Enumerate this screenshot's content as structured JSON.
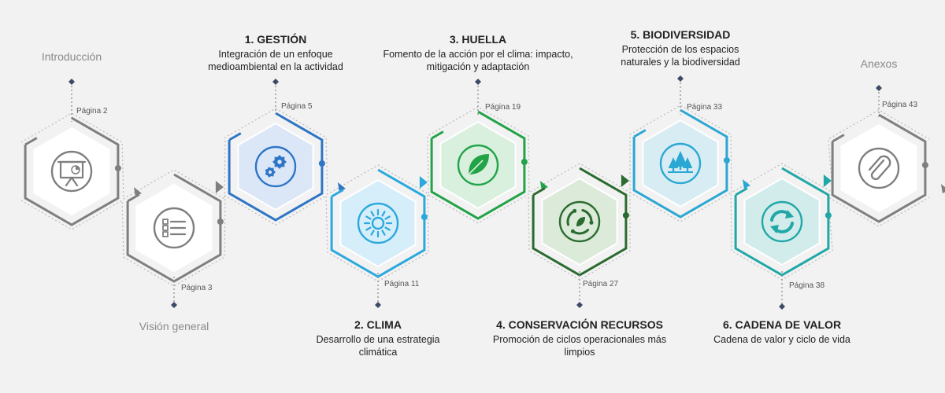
{
  "steps": [
    {
      "id": "intro",
      "title": "Introducción",
      "desc": "",
      "page": "Página 2",
      "icon": "presentation-board-icon",
      "color": "#7f7f7f",
      "fill": "#ffffff"
    },
    {
      "id": "vision",
      "title": "Visión general",
      "desc": "",
      "page": "Página 3",
      "icon": "list-icon",
      "color": "#7f7f7f",
      "fill": "#ffffff"
    },
    {
      "id": "gestion",
      "title": "1.   GESTIÓN",
      "desc": "Integración de un enfoque medioambiental en la actividad",
      "page": "Página 5",
      "icon": "gears-icon",
      "color": "#2e75c6",
      "fill": "#dbe7f7"
    },
    {
      "id": "clima",
      "title": "2. CLIMA",
      "desc": "Desarrollo de una estrategia climática",
      "page": "Página 11",
      "icon": "sun-icon",
      "color": "#2ba9dc",
      "fill": "#d6eefa"
    },
    {
      "id": "huella",
      "title": "3. HUELLA",
      "desc": "Fomento de la acción por el clima: impacto, mitigación y adaptación",
      "page": "Página 19",
      "icon": "leaf-icon",
      "color": "#22a347",
      "fill": "#d8f0dd"
    },
    {
      "id": "conservacion",
      "title": "4. CONSERVACIÓN RECURSOS",
      "desc": "Promoción de ciclos operacionales más limpios",
      "page": "Página 27",
      "icon": "recycle-icon",
      "color": "#2a6b2f",
      "fill": "#dcead9"
    },
    {
      "id": "biodiversidad",
      "title": "5. BIODIVERSIDAD",
      "desc": "Protección de los espacios naturales y la biodiversidad",
      "page": "Página 33",
      "icon": "trees-icon",
      "color": "#2ba7d3",
      "fill": "#d8edf3"
    },
    {
      "id": "cadena",
      "title": "6. CADENA DE VALOR",
      "desc": "Cadena de valor y ciclo de vida",
      "page": "Página 38",
      "icon": "cycle-arrows-icon",
      "color": "#22a7a7",
      "fill": "#d2ecec"
    },
    {
      "id": "anexos",
      "title": "Anexos",
      "desc": "",
      "page": "Página 43",
      "icon": "paperclip-icon",
      "color": "#7f7f7f",
      "fill": "#ffffff"
    }
  ]
}
